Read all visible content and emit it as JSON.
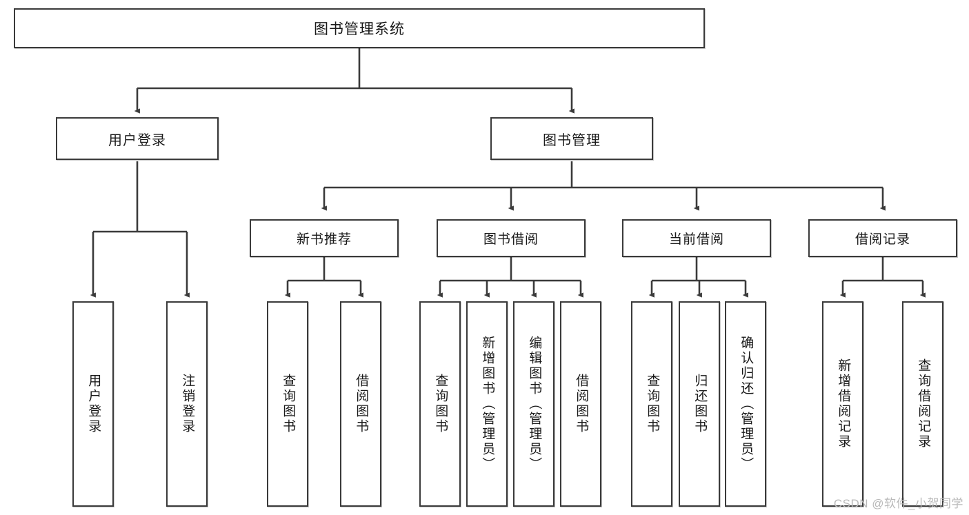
{
  "diagram": {
    "title": "图书管理系统",
    "type": "functional-structure-tree",
    "colors": {
      "box_border": "#3a3a3a",
      "box_fill": "#ffffff",
      "edge": "#3a3a3a",
      "text": "#1a1a1a",
      "watermark": "#b9b9b9"
    },
    "watermark": "CSDN @软件_小贺同学",
    "root": {
      "label": "图书管理系统"
    },
    "branches": [
      {
        "label": "用户登录",
        "leaves": [
          {
            "label": "用户登录"
          },
          {
            "label": "注销登录"
          }
        ]
      },
      {
        "label": "图书管理",
        "subgroups": [
          {
            "label": "新书推荐",
            "leaves": [
              {
                "label": "查询图书"
              },
              {
                "label": "借阅图书"
              }
            ]
          },
          {
            "label": "图书借阅",
            "leaves": [
              {
                "label": "查询图书"
              },
              {
                "label": "新增图书（管理员）"
              },
              {
                "label": "编辑图书（管理员）"
              },
              {
                "label": "借阅图书"
              }
            ]
          },
          {
            "label": "当前借阅",
            "leaves": [
              {
                "label": "查询图书"
              },
              {
                "label": "归还图书"
              },
              {
                "label": "确认归还（管理员）"
              }
            ]
          },
          {
            "label": "借阅记录",
            "leaves": [
              {
                "label": "新增借阅记录"
              },
              {
                "label": "查询借阅记录"
              }
            ]
          }
        ]
      }
    ]
  }
}
